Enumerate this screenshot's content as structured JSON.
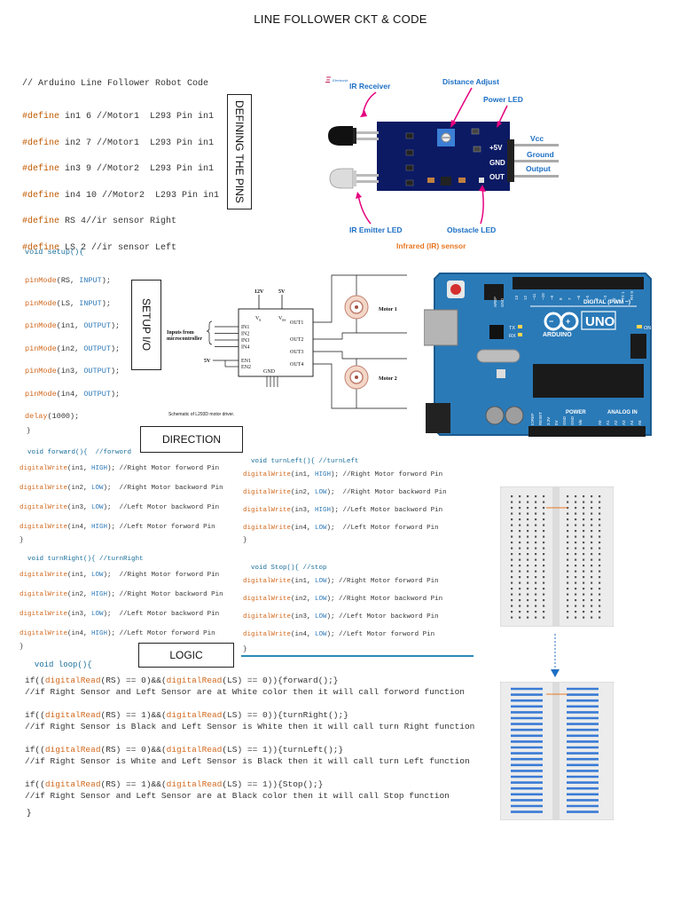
{
  "title": "LINE FOLLOWER CKT & CODE",
  "labels": {
    "defining_pins": "DEFINING THE PINS",
    "setup_io": "SETUP I/O",
    "direction": "DIRECTION",
    "logic": "LOGIC"
  },
  "code_defines": {
    "header": "// Arduino Line Follower Robot Code",
    "lines": [
      {
        "kw": "#define",
        "rest": " in1 6 //Motor1  L293 Pin in1"
      },
      {
        "kw": "#define",
        "rest": " in2 7 //Motor1  L293 Pin in1"
      },
      {
        "kw": "#define",
        "rest": " in3 9 //Motor2  L293 Pin in1"
      },
      {
        "kw": "#define",
        "rest": " in4 10 //Motor2  L293 Pin in1"
      },
      {
        "kw": "#define",
        "rest": " RS 4//ir sensor Right"
      },
      {
        "kw": "#define",
        "rest": " LS 2 //ir sensor Left"
      }
    ]
  },
  "code_setup": {
    "head": "void setup(){",
    "lines": [
      {
        "fn": "pinMode",
        "args": "(RS, ",
        "cst": "INPUT",
        "tail": ");"
      },
      {
        "fn": "pinMode",
        "args": "(LS, ",
        "cst": "INPUT",
        "tail": ");"
      },
      {
        "fn": "pinMode",
        "args": "(in1, ",
        "cst": "OUTPUT",
        "tail": ");"
      },
      {
        "fn": "pinMode",
        "args": "(in2, ",
        "cst": "OUTPUT",
        "tail": ");"
      },
      {
        "fn": "pinMode",
        "args": "(in3, ",
        "cst": "OUTPUT",
        "tail": ");"
      },
      {
        "fn": "pinMode",
        "args": "(in4, ",
        "cst": "OUTPUT",
        "tail": ");"
      },
      {
        "fn": "delay",
        "args": "(1000);",
        "cst": "",
        "tail": ""
      }
    ],
    "close": "}"
  },
  "code_forward": {
    "head": "void forward(){  //forword",
    "lines": [
      {
        "args": "(in1, ",
        "cst": "HIGH",
        "tail": "); //Right Motor forword Pin"
      },
      {
        "args": "(in2, ",
        "cst": "LOW",
        "tail": ");  //Right Motor backword Pin"
      },
      {
        "args": "(in3, ",
        "cst": "LOW",
        "tail": ");  //Left Motor backword Pin"
      },
      {
        "args": "(in4, ",
        "cst": "HIGH",
        "tail": "); //Left Motor forword Pin"
      }
    ],
    "close": "}"
  },
  "code_right": {
    "head": "void turnRight(){ //turnRight",
    "lines": [
      {
        "args": "(in1, ",
        "cst": "LOW",
        "tail": ");  //Right Motor forword Pin"
      },
      {
        "args": "(in2, ",
        "cst": "HIGH",
        "tail": "); //Right Motor backword Pin"
      },
      {
        "args": "(in3, ",
        "cst": "LOW",
        "tail": ");  //Left Motor backword Pin"
      },
      {
        "args": "(in4, ",
        "cst": "HIGH",
        "tail": "); //Left Motor forword Pin"
      }
    ],
    "close": "}"
  },
  "code_left": {
    "head": "void turnLeft(){ //turnLeft",
    "lines": [
      {
        "args": "(in1, ",
        "cst": "HIGH",
        "tail": "); //Right Motor forword Pin"
      },
      {
        "args": "(in2, ",
        "cst": "LOW",
        "tail": ");  //Right Motor backword Pin"
      },
      {
        "args": "(in3, ",
        "cst": "HIGH",
        "tail": "); //Left Motor backword Pin"
      },
      {
        "args": "(in4, ",
        "cst": "LOW",
        "tail": ");  //Left Motor forword Pin"
      }
    ],
    "close": "}"
  },
  "code_stop": {
    "head": "void Stop(){ //stop",
    "lines": [
      {
        "args": "(in1, ",
        "cst": "LOW",
        "tail": "); //Right Motor forword Pin"
      },
      {
        "args": "(in2, ",
        "cst": "LOW",
        "tail": "); //Right Motor backword Pin"
      },
      {
        "args": "(in3, ",
        "cst": "LOW",
        "tail": "); //Left Motor backword Pin"
      },
      {
        "args": "(in4, ",
        "cst": "LOW",
        "tail": "); //Left Motor forword Pin"
      }
    ],
    "close": "}"
  },
  "fn_digitalwrite": "digitalWrite",
  "fn_digitalread": "digitalRead",
  "code_loop": {
    "head": "void loop(){",
    "blocks": [
      {
        "a": "(RS) == 0)&&(",
        "b": "(LS) == 0)){forward();}",
        "comment": "//if Right Sensor and Left Sensor are at White color then it will call forword function"
      },
      {
        "a": "(RS) == 1)&&(",
        "b": "(LS) == 0)){turnRight();}",
        "comment": "//if Right Sensor is Black and Left Sensor is White then it will call turn Right function"
      },
      {
        "a": "(RS) == 0)&&(",
        "b": "(LS) == 1)){turnLeft();}",
        "comment": "//if Right Sensor is White and Left Sensor is Black then it will call turn Left function"
      },
      {
        "a": "(RS) == 1)&&(",
        "b": "(LS) == 1)){Stop();}",
        "comment": "//if Right Sensor and Left Sensor are at Black color then it will call Stop function"
      }
    ],
    "if_prefix": "if((",
    "close": "}"
  },
  "sensor": {
    "brand": "Ξ",
    "ir_receiver": "IR Receiver",
    "distance_adjust": "Distance Adjust",
    "power_led": "Power LED",
    "pin_5v": "+5V",
    "pin_gnd": "GND",
    "pin_out": "OUT",
    "vcc": "Vcc",
    "ground": "Ground",
    "output": "Output",
    "ir_emitter": "IR Emitter LED",
    "obstacle_led": "Obstacle LED",
    "caption": "Infrared (IR) sensor"
  },
  "driver": {
    "v12": "12V",
    "v5": "5V",
    "vs": "V",
    "vs_sub": "S",
    "vss": "V",
    "vss_sub": "SS",
    "in_pins": [
      "IN1",
      "IN2",
      "IN3",
      "IN4"
    ],
    "en_pins": [
      "EN1",
      "EN2"
    ],
    "out_pins": [
      "OUT1",
      "OUT2",
      "OUT3",
      "OUT4"
    ],
    "gnd": "GND",
    "inputs_label_1": "Inputs from",
    "inputs_label_2": "microcontroller",
    "en_5v": "5V",
    "motor1": "Motor 1",
    "motor2": "Motor 2",
    "caption": "Schematic of L293D motor driver."
  },
  "arduino": {
    "aref": "AREF",
    "gnd": "GND",
    "digital": "DIGITAL (PWM ~)",
    "uno": "UNO",
    "brand": "ARDUINO",
    "tx": "TX",
    "rx": "RX",
    "on": "ON",
    "power": "POWER",
    "analog": "ANALOG IN",
    "analog_pins": [
      "A0",
      "A1",
      "A2",
      "A3",
      "A4",
      "A5"
    ],
    "power_pins": [
      "IOREF",
      "RESET",
      "3.3V",
      "5V",
      "GND",
      "GND",
      "Vin"
    ],
    "digital_pins": [
      "13",
      "12",
      "~11",
      "~10",
      "~9",
      "8",
      "7",
      "~6",
      "~5",
      "4",
      "~3",
      "2",
      "TX 1",
      "RX 0"
    ],
    "colors": {
      "board": "#2a7ab8",
      "dark": "#1d5b8f"
    }
  },
  "colors": {
    "pink": "#e6007e",
    "blue_label": "#1c6fc4",
    "orange": "#e87722",
    "divider": "#2a8bb8"
  }
}
